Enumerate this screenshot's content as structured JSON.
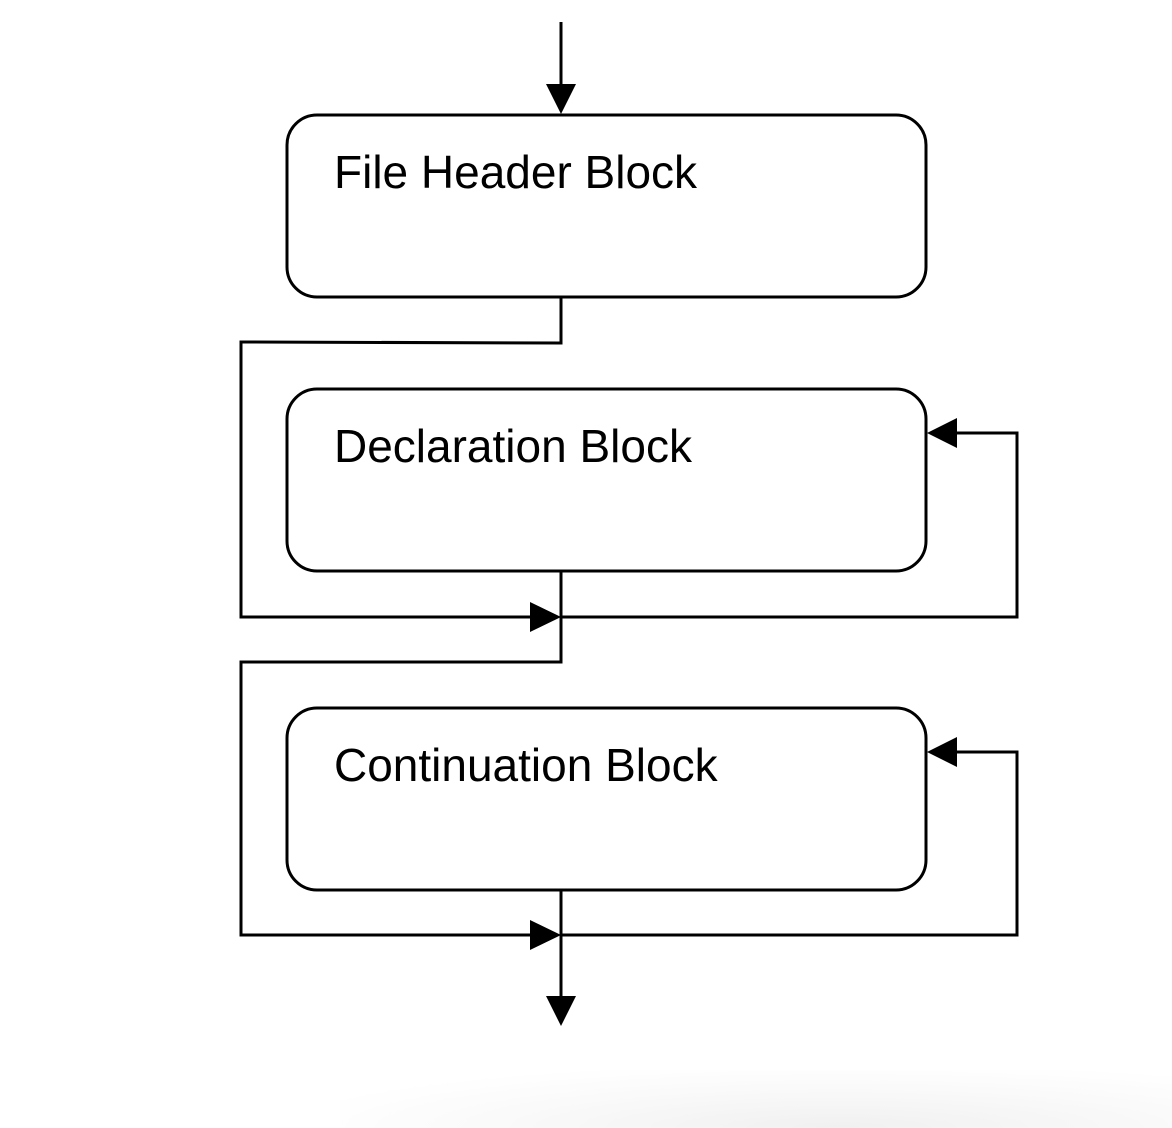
{
  "diagram": {
    "blocks": [
      {
        "label": "File Header Block"
      },
      {
        "label": "Declaration Block"
      },
      {
        "label": "Continuation Block"
      }
    ],
    "stroke_color": "#000000",
    "background": "#ffffff"
  }
}
